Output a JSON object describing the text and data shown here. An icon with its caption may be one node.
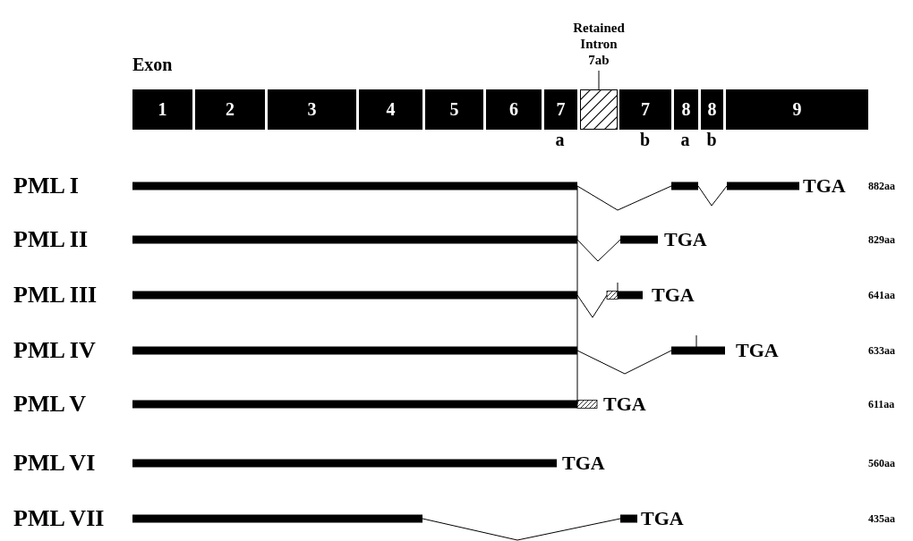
{
  "diagram": {
    "nodes": [
      {
        "text": [
          "1"
        ]
      },
      {
        "text": [
          "2"
        ]
      },
      {
        "text": [
          "3"
        ]
      },
      {
        "text": [
          "4"
        ]
      },
      {
        "text": [
          "5"
        ]
      },
      {
        "text": [
          "6"
        ]
      },
      {
        "text": [
          "7"
        ],
        "beside": [
          "a"
        ]
      },
      {
        "text": [],
        "shape": "box"
      },
      {
        "text": [
          "7"
        ],
        "beside": [
          "b"
        ]
      },
      {
        "text": [
          "8"
        ],
        "beside": [
          "a"
        ]
      },
      {
        "text": [
          "8"
        ],
        "beside": [
          "b"
        ]
      },
      {
        "text": [
          "9"
        ]
      },
      {
        "text": [
          "Retained Intron 7ab"
        ]
      }
    ],
    "edges": [
      {
        "from": 12,
        "to": 7,
        "arrow": "none"
      }
    ],
    "labels": [
      "Exon",
      "PML I",
      "TGA",
      "882aa",
      "PML II",
      "TGA",
      "829aa",
      "PML III",
      "TGA",
      "641aa",
      "PML IV",
      "TGA",
      "633aa",
      "PML V",
      "TGA",
      "611aa",
      "PML VI",
      "TGA",
      "560aa",
      "PML VII",
      "TGA",
      "435aa"
    ]
  }
}
